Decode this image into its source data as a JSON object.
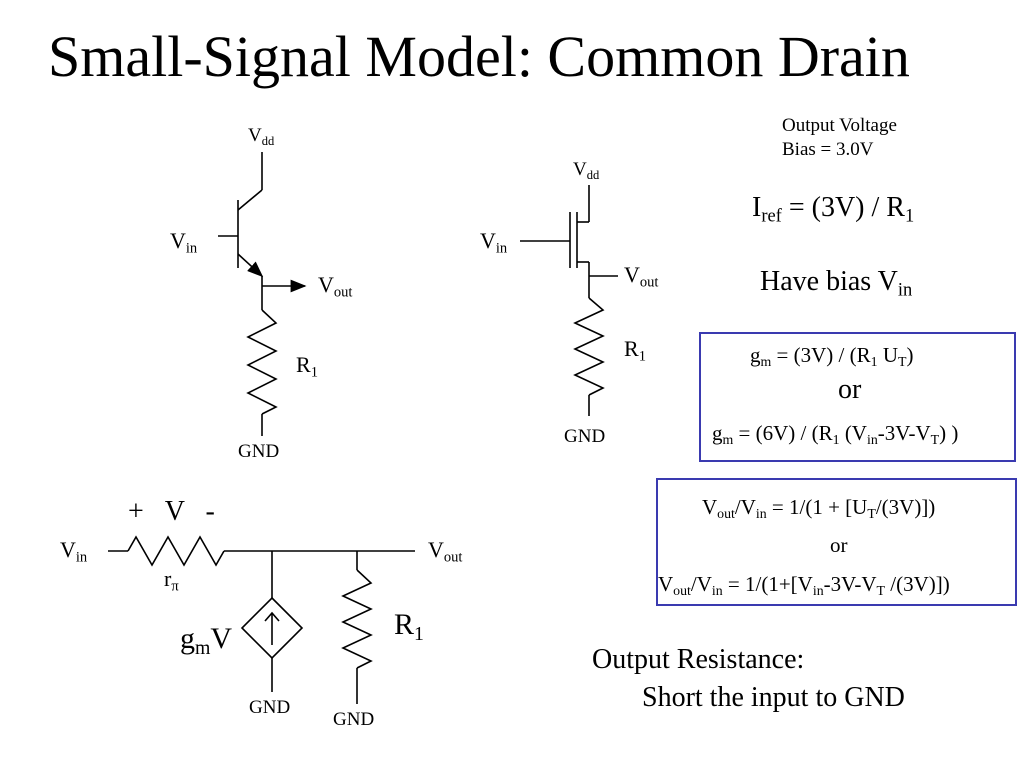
{
  "title": "Small-Signal Model: Common Drain",
  "bjt_circuit": {
    "vdd": "V",
    "vdd_sub": "dd",
    "vin": "V",
    "vin_sub": "in",
    "vout": "V",
    "vout_sub": "out",
    "r": "R",
    "r_sub": "1",
    "gnd": "GND"
  },
  "mos_circuit": {
    "vdd": "V",
    "vdd_sub": "dd",
    "vin": "V",
    "vin_sub": "in",
    "vout": "V",
    "vout_sub": "out",
    "r": "R",
    "r_sub": "1",
    "gnd": "GND"
  },
  "small_signal": {
    "plus": "+",
    "v": "V",
    "minus": "-",
    "vin": "V",
    "vin_sub": "in",
    "vout": "V",
    "vout_sub": "out",
    "rpi": "r",
    "rpi_sub": "π",
    "gm": "g",
    "gm_sub": "m",
    "gm_tail": "V",
    "r": "R",
    "r_sub": "1",
    "gnd_source": "GND",
    "gnd_r": "GND"
  },
  "notes": {
    "bias_line1": "Output Voltage",
    "bias_line2": "Bias = 3.0V",
    "iref_i": "I",
    "iref_sub": "ref",
    "iref_rest": " = (3V) / R",
    "iref_r_sub": "1",
    "have_bias": "Have bias V",
    "have_bias_sub": "in"
  },
  "gm_box": {
    "eq1_a": "g",
    "eq1_a_sub": "m",
    "eq1_b": " = (3V) / (R",
    "eq1_b_sub": "1",
    "eq1_c": " U",
    "eq1_c_sub": "T",
    "eq1_d": ")",
    "or": "or",
    "eq2_a": "g",
    "eq2_a_sub": "m",
    "eq2_b": " = (6V) / (R",
    "eq2_b_sub": "1",
    "eq2_c": " (V",
    "eq2_c_sub": "in",
    "eq2_d": "-3V-V",
    "eq2_d_sub": "T",
    "eq2_e": ") )"
  },
  "gain_box": {
    "eq1_a": "V",
    "eq1_a_sub": "out",
    "eq1_b": "/V",
    "eq1_b_sub": "in",
    "eq1_c": " = 1/(1 + [U",
    "eq1_c_sub": "T",
    "eq1_d": "/(3V)])",
    "or": "or",
    "eq2_a": "V",
    "eq2_a_sub": "out",
    "eq2_b": "/V",
    "eq2_b_sub": "in",
    "eq2_c": " = 1/(1+[V",
    "eq2_c_sub": "in",
    "eq2_d": "-3V-V",
    "eq2_d_sub": "T",
    "eq2_e": " /(3V)])"
  },
  "output_resistance": {
    "line1": "Output Resistance:",
    "line2": "Short the input to GND"
  },
  "colors": {
    "box_border": "#3a3ab0",
    "ink": "#000000"
  }
}
